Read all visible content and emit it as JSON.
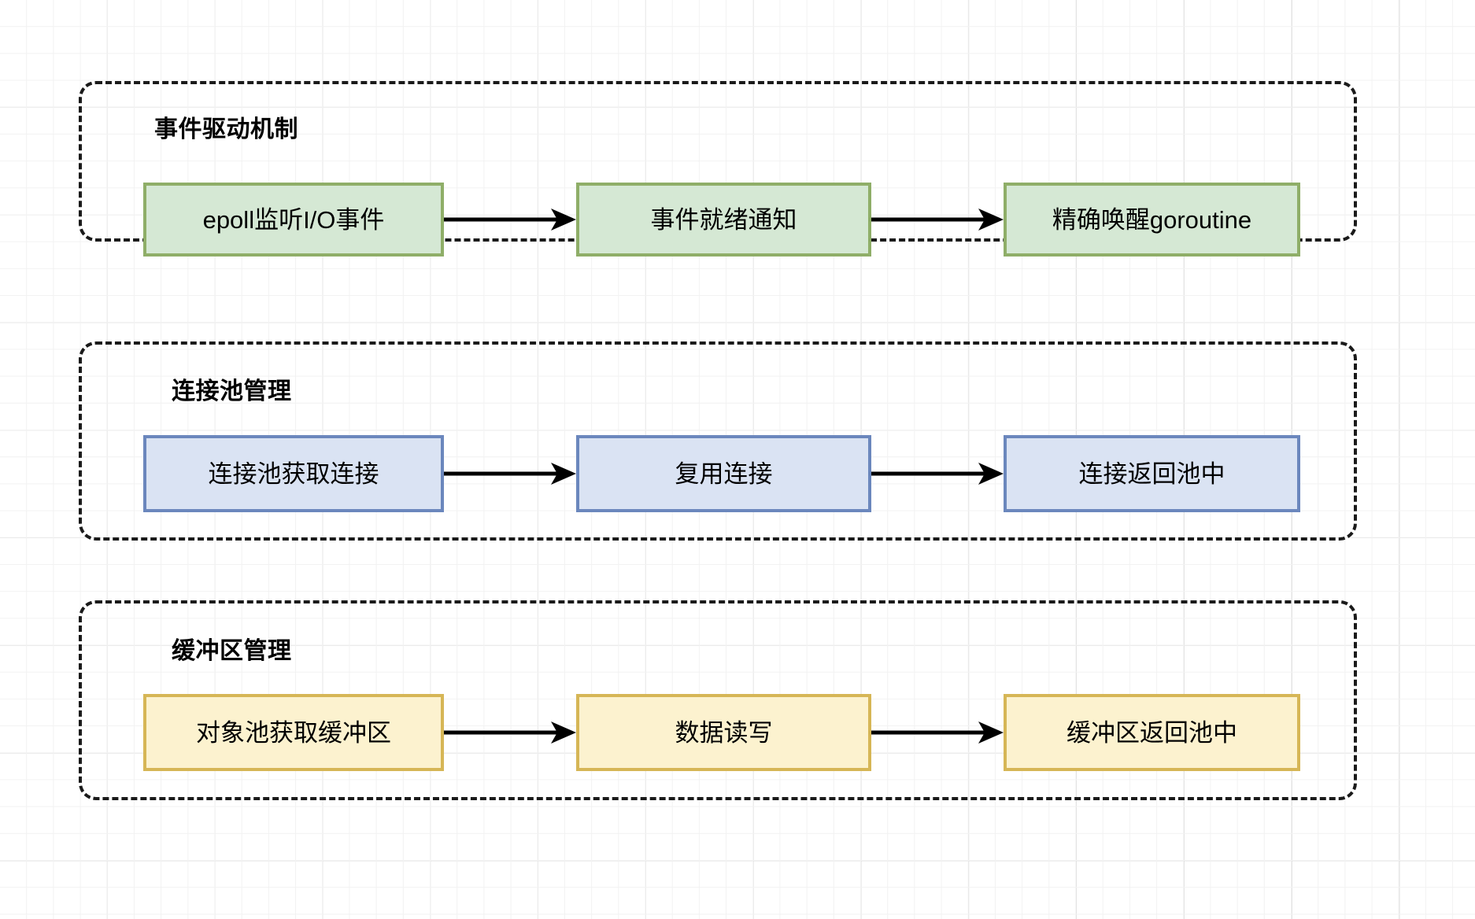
{
  "diagram": {
    "type": "flowchart",
    "orientation": "left-to-right rows grouped in dashed containers",
    "background": "graph-paper grid",
    "colors": {
      "green_fill": "#d5e8d4",
      "green_border": "#8fae68",
      "blue_fill": "#dae3f3",
      "blue_border": "#6b87bd",
      "yellow_fill": "#fcf2cf",
      "yellow_border": "#d6b656",
      "group_border": "#1a1a1a",
      "arrow": "#000000",
      "grid_minor": "#f2f2f2",
      "grid_major": "#d0d0d0"
    },
    "groups": [
      {
        "id": "event-driven",
        "title": "事件驱动机制",
        "color": "green",
        "nodes": [
          {
            "id": "epoll-watch",
            "label": "epoll监听I/O事件"
          },
          {
            "id": "event-ready",
            "label": "事件就绪通知"
          },
          {
            "id": "wake-goroutine",
            "label": "精确唤醒goroutine"
          }
        ],
        "edges": [
          {
            "from": "epoll-watch",
            "to": "event-ready",
            "label": ""
          },
          {
            "from": "event-ready",
            "to": "wake-goroutine",
            "label": ""
          }
        ]
      },
      {
        "id": "connection-pool",
        "title": "连接池管理",
        "color": "blue",
        "nodes": [
          {
            "id": "pool-acquire",
            "label": "连接池获取连接"
          },
          {
            "id": "reuse-conn",
            "label": "复用连接"
          },
          {
            "id": "return-conn",
            "label": "连接返回池中"
          }
        ],
        "edges": [
          {
            "from": "pool-acquire",
            "to": "reuse-conn",
            "label": ""
          },
          {
            "from": "reuse-conn",
            "to": "return-conn",
            "label": ""
          }
        ]
      },
      {
        "id": "buffer-management",
        "title": "缓冲区管理",
        "color": "yellow",
        "nodes": [
          {
            "id": "objpool-acquire",
            "label": "对象池获取缓冲区"
          },
          {
            "id": "data-rw",
            "label": "数据读写"
          },
          {
            "id": "return-buffer",
            "label": "缓冲区返回池中"
          }
        ],
        "edges": [
          {
            "from": "objpool-acquire",
            "to": "data-rw",
            "label": ""
          },
          {
            "from": "data-rw",
            "to": "return-buffer",
            "label": ""
          }
        ]
      }
    ]
  }
}
